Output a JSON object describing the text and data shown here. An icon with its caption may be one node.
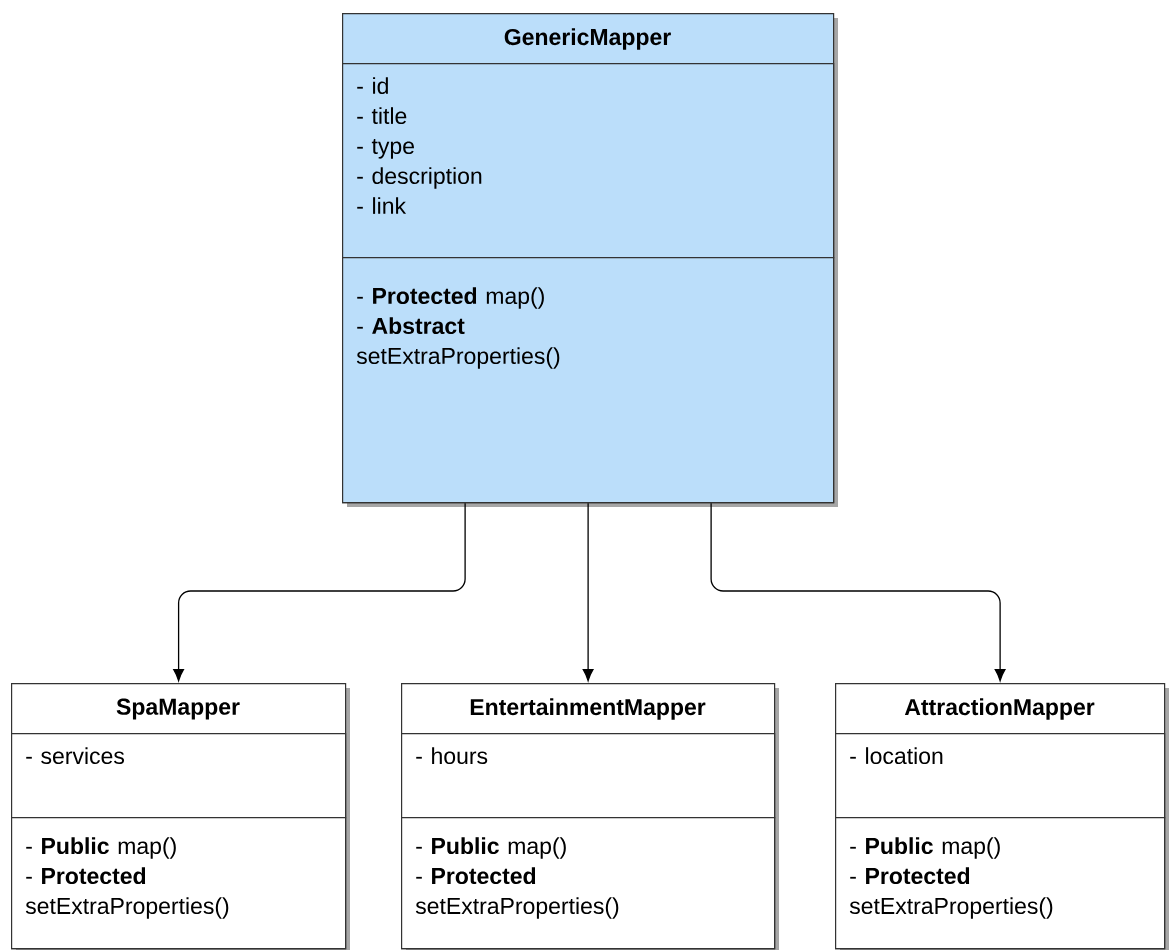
{
  "diagram": {
    "nodes": [
      {
        "text": [
          "GenericMapper"
        ]
      },
      {
        "text": [
          "- id",
          "- title",
          "- type",
          "- description",
          "- link"
        ],
        "in": 0
      },
      {
        "text": [
          "- **Protected** map()",
          "- **Abstract** setExtraProperties()"
        ],
        "in": 0
      },
      {
        "text": [
          "SpaMapper"
        ]
      },
      {
        "text": [
          "- services"
        ],
        "in": 3
      },
      {
        "text": [
          "- **Public** map()",
          "- **Protected** setExtraProperties()"
        ],
        "in": 3
      },
      {
        "text": [
          "EntertainmentMapper"
        ]
      },
      {
        "text": [
          "- hours"
        ],
        "in": 6
      },
      {
        "text": [
          "- **Public** map()",
          "- **Protected** setExtraProperties()"
        ],
        "in": 6
      },
      {
        "text": [
          "AttractionMapper"
        ]
      },
      {
        "text": [
          "- location"
        ],
        "in": 9
      },
      {
        "text": [
          "- **Public** map()",
          "- **Protected** setExtraProperties()"
        ],
        "in": 9
      }
    ],
    "edges": [
      {
        "from": 0,
        "to": 3,
        "arrow": "to"
      },
      {
        "from": 0,
        "to": 6,
        "arrow": "to"
      },
      {
        "from": 0,
        "to": 9,
        "arrow": "to"
      }
    ]
  }
}
